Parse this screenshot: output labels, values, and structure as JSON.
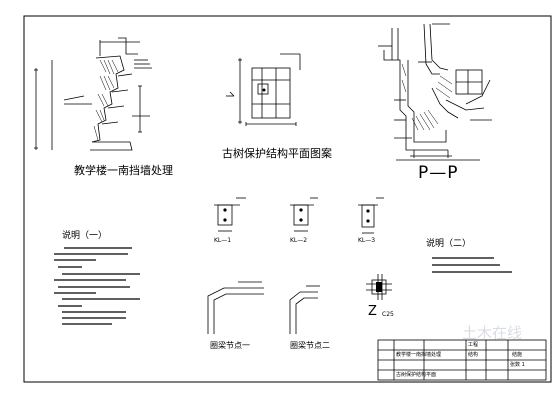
{
  "sheet": {
    "section1_title": "教学楼一南挡墙处理",
    "section2_title": "古树保护结构平面图案",
    "section3_title": "P—P",
    "notes1_heading": "说明（一）",
    "notes2_heading": "说明（二）",
    "beam_labels": [
      "KL—1",
      "KL—2",
      "KL—3"
    ],
    "z_label": "Z",
    "z_sub": "C25",
    "node1_label": "圈梁节点一",
    "node2_label": "圈梁节点二",
    "titleblock": {
      "row1": "教学楼一南挡墙处理",
      "row2": "古树保护结构平面",
      "cell_a": "工程",
      "cell_b": "结构",
      "cell_c": "结施",
      "cell_d": "张数 1"
    },
    "watermark": "土木在线"
  },
  "colors": {
    "line": "#000000",
    "background": "#ffffff",
    "watermark": "#d9dde3"
  }
}
